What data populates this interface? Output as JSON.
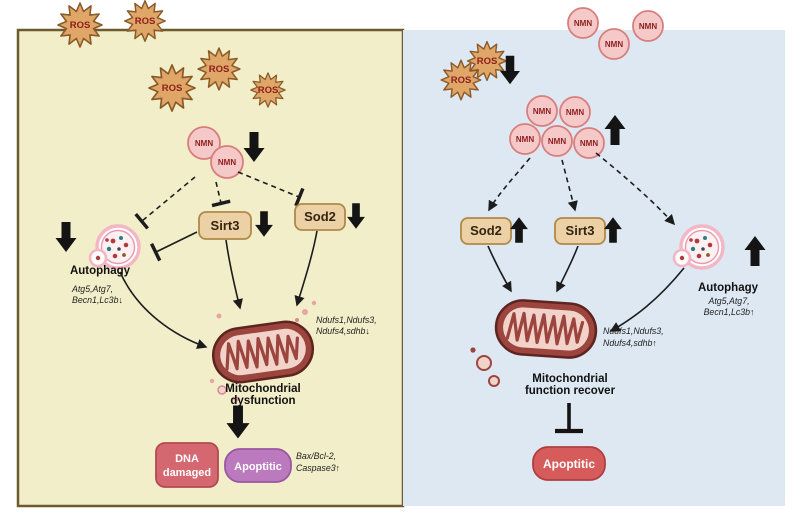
{
  "labels": {
    "ros": "ROS",
    "nmn": "NMN",
    "sirt3": "Sirt3",
    "sod2": "Sod2",
    "autophagy": "Autophagy"
  },
  "left": {
    "autophagy_genes_line1": "Atg5,Atg7,",
    "autophagy_genes_line2": "Becn1,Lc3b↓",
    "mito_genes_line1": "Ndufs1,Ndufs3,",
    "mito_genes_line2": "Ndufs4,sdhb↓",
    "mito_caption_line1": "Mitochondrial",
    "mito_caption_line2": "dysfunction",
    "dna_line1": "DNA",
    "dna_line2": "damaged",
    "apoptotic": "Apoptitic",
    "apoptosis_genes_line1": "Bax/Bcl-2,",
    "apoptosis_genes_line2": "Caspase3↑"
  },
  "right": {
    "autophagy_genes_line1": "Atg5,Atg7,",
    "autophagy_genes_line2": "Becn1,Lc3b↑",
    "mito_genes_line1": "Ndufs1,Ndufs3,",
    "mito_genes_line2": "Ndufs4,sdhb↑",
    "mito_caption_line1": "Mitochondrial",
    "mito_caption_line2": "function recover",
    "apoptotic": "Apoptitic"
  },
  "colors": {
    "left_bg": "#f2eec9",
    "left_border": "#6b5b2e",
    "right_bg": "#dde8f3",
    "box_fill": "#ecd0a6",
    "dna_fill": "#d4676f",
    "apoptotic_left_fill": "#bb79be",
    "apoptotic_right_fill": "#d65c5c",
    "ros_fill": "#e0a667",
    "nmn_fill": "#f6c9c9",
    "mito_dark": "#9c453e"
  }
}
